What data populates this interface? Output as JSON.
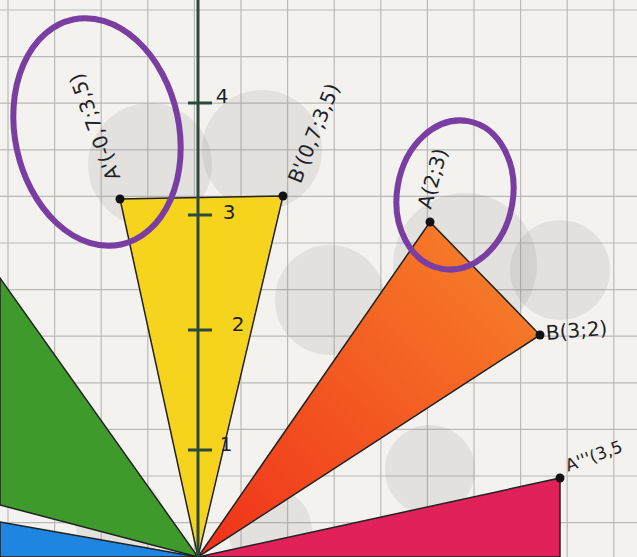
{
  "diagram": {
    "labels": [
      "4",
      "3",
      "2",
      "1",
      "A'(-0,7;3,5)",
      "B'(0,7;3,5)",
      "A(2;3)",
      "B(3;2)",
      "A'''(3,5"
    ]
  }
}
